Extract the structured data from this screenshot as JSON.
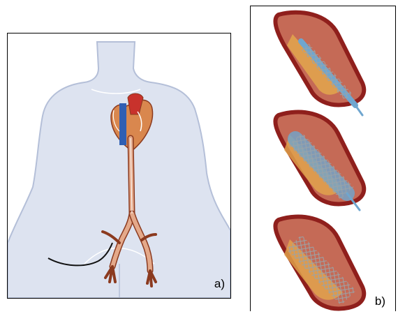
{
  "panels": {
    "a": {
      "label": "a)"
    },
    "b": {
      "label": "b)"
    }
  },
  "stent_stages": [
    "balloon-catheter-with-collapsed-stent",
    "balloon-inflated-stent-expanding",
    "deployed-stent"
  ],
  "colors": {
    "body": "#dde3f0",
    "body_outline": "#b4bfd8",
    "artery": "#e4a98a",
    "artery_outline": "#8b3a1f",
    "heart": "#d9874e",
    "vein_blue": "#2f5fb3",
    "aorta_red": "#c8322c",
    "vessel_wall": "#8f1f1c",
    "vessel_inner": "#c56a56",
    "plaque": "#e2a64c",
    "catheter": "#6fa6cf",
    "stent_mesh": "#9aa3a8"
  }
}
